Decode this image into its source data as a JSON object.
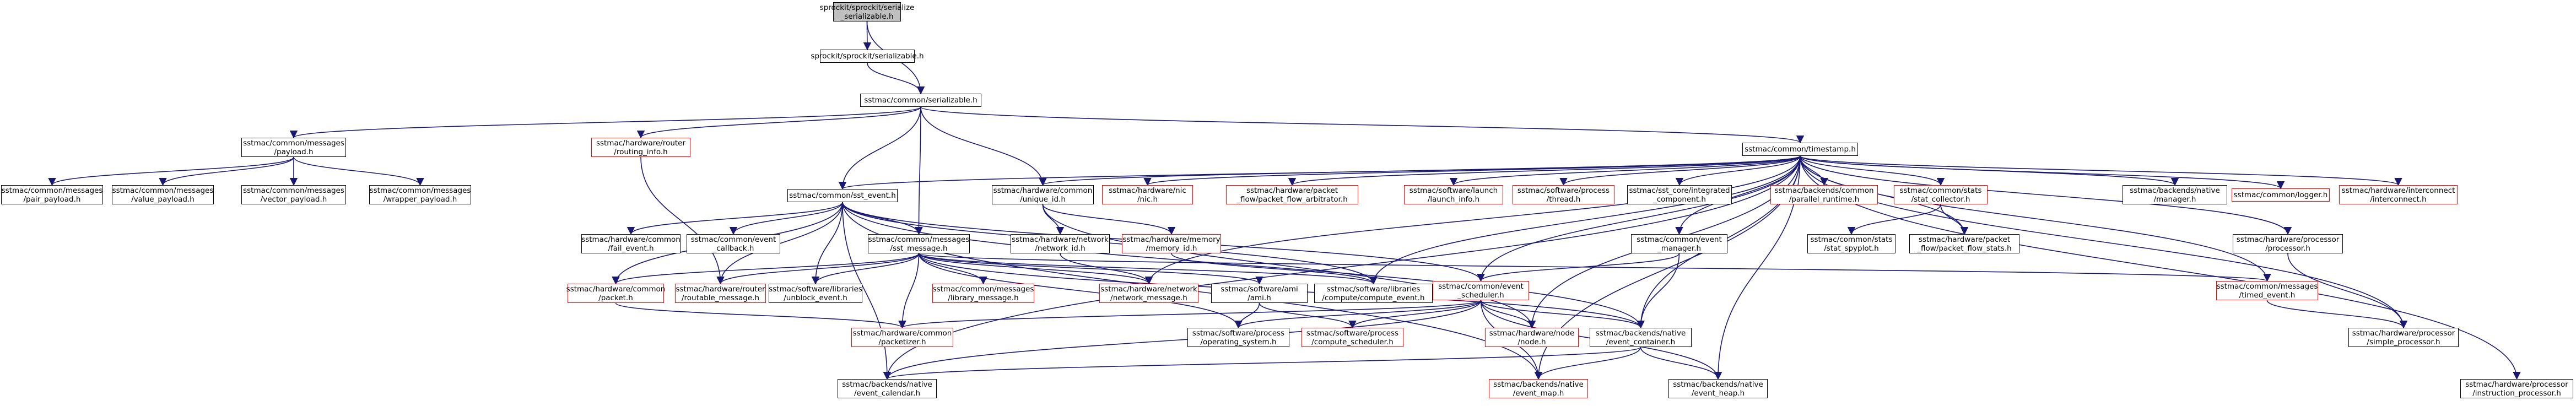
{
  "nodes": {
    "n01": {
      "l1": "sprockit/sprockit/serialize",
      "l2": "_serializable.h"
    },
    "n02": {
      "l1": "sprockit/sprockit/serializable.h",
      "l2": ""
    },
    "n03": {
      "l1": "sstmac/common/serializable.h",
      "l2": ""
    },
    "n04": {
      "l1": "sstmac/common/messages",
      "l2": "/payload.h"
    },
    "n05": {
      "l1": "sstmac/hardware/router",
      "l2": "/routing_info.h"
    },
    "n06": {
      "l1": "sstmac/common/sst_event.h",
      "l2": ""
    },
    "n07": {
      "l1": "sstmac/common/timestamp.h",
      "l2": ""
    },
    "n08": {
      "l1": "sstmac/common/messages",
      "l2": "/pair_payload.h"
    },
    "n09": {
      "l1": "sstmac/common/messages",
      "l2": "/value_payload.h"
    },
    "n10": {
      "l1": "sstmac/common/messages",
      "l2": "/vector_payload.h"
    },
    "n11": {
      "l1": "sstmac/common/messages",
      "l2": "/wrapper_payload.h"
    },
    "n12": {
      "l1": "sstmac/hardware/common",
      "l2": "/unique_id.h"
    },
    "n13": {
      "l1": "sstmac/hardware/nic",
      "l2": "/nic.h"
    },
    "n14": {
      "l1": "sstmac/hardware/packet",
      "l2": "_flow/packet_flow_arbitrator.h"
    },
    "n15": {
      "l1": "sstmac/software/launch",
      "l2": "/launch_info.h"
    },
    "n16": {
      "l1": "sstmac/software/process",
      "l2": "/thread.h"
    },
    "n17": {
      "l1": "sstmac/sst_core/integrated",
      "l2": "_component.h"
    },
    "n18": {
      "l1": "sstmac/backends/common",
      "l2": "/parallel_runtime.h"
    },
    "n19": {
      "l1": "sstmac/common/stats",
      "l2": "/stat_collector.h"
    },
    "n20": {
      "l1": "sstmac/backends/native",
      "l2": "/manager.h"
    },
    "n21": {
      "l1": "sstmac/common/logger.h",
      "l2": ""
    },
    "n22": {
      "l1": "sstmac/hardware/interconnect",
      "l2": "/interconnect.h"
    },
    "n23": {
      "l1": "sstmac/hardware/common",
      "l2": "/fail_event.h"
    },
    "n24": {
      "l1": "sstmac/common/event",
      "l2": "_callback.h"
    },
    "n25": {
      "l1": "sstmac/common/messages",
      "l2": "/sst_message.h"
    },
    "n26": {
      "l1": "sstmac/hardware/network",
      "l2": "/network_id.h"
    },
    "n27": {
      "l1": "sstmac/hardware/memory",
      "l2": "/memory_id.h"
    },
    "n28": {
      "l1": "sstmac/common/event",
      "l2": "_manager.h"
    },
    "n29": {
      "l1": "sstmac/common/stats",
      "l2": "/stat_spyplot.h"
    },
    "n30": {
      "l1": "sstmac/hardware/packet",
      "l2": "_flow/packet_flow_stats.h"
    },
    "n31": {
      "l1": "sstmac/hardware/processor",
      "l2": "/processor.h"
    },
    "n32": {
      "l1": "sstmac/hardware/common",
      "l2": "/packet.h"
    },
    "n33": {
      "l1": "sstmac/hardware/router",
      "l2": "/routable_message.h"
    },
    "n34": {
      "l1": "sstmac/software/libraries",
      "l2": "/unblock_event.h"
    },
    "n35": {
      "l1": "sstmac/common/messages",
      "l2": "/library_message.h"
    },
    "n36": {
      "l1": "sstmac/hardware/network",
      "l2": "/network_message.h"
    },
    "n37": {
      "l1": "sstmac/software/ami",
      "l2": "/ami.h"
    },
    "n38": {
      "l1": "sstmac/software/libraries",
      "l2": "/compute/compute_event.h"
    },
    "n39": {
      "l1": "sstmac/common/event",
      "l2": "_scheduler.h"
    },
    "n40": {
      "l1": "sstmac/common/messages",
      "l2": "/timed_event.h"
    },
    "n41": {
      "l1": "sstmac/hardware/common",
      "l2": "/packetizer.h"
    },
    "n42": {
      "l1": "sstmac/software/process",
      "l2": "/operating_system.h"
    },
    "n43": {
      "l1": "sstmac/software/process",
      "l2": "/compute_scheduler.h"
    },
    "n44": {
      "l1": "sstmac/hardware/node",
      "l2": "/node.h"
    },
    "n45": {
      "l1": "sstmac/backends/native",
      "l2": "/event_container.h"
    },
    "n46": {
      "l1": "sstmac/hardware/processor",
      "l2": "/simple_processor.h"
    },
    "n47": {
      "l1": "sstmac/backends/native",
      "l2": "/event_calendar.h"
    },
    "n48": {
      "l1": "sstmac/backends/native",
      "l2": "/event_map.h"
    },
    "n49": {
      "l1": "sstmac/backends/native",
      "l2": "/event_heap.h"
    },
    "n50": {
      "l1": "sstmac/hardware/processor",
      "l2": "/instruction_processor.h"
    }
  },
  "colors": {
    "edge": "#191970",
    "red_border": "#ff0000",
    "black_border": "#000000",
    "root_fill": "#bfbfbf"
  }
}
